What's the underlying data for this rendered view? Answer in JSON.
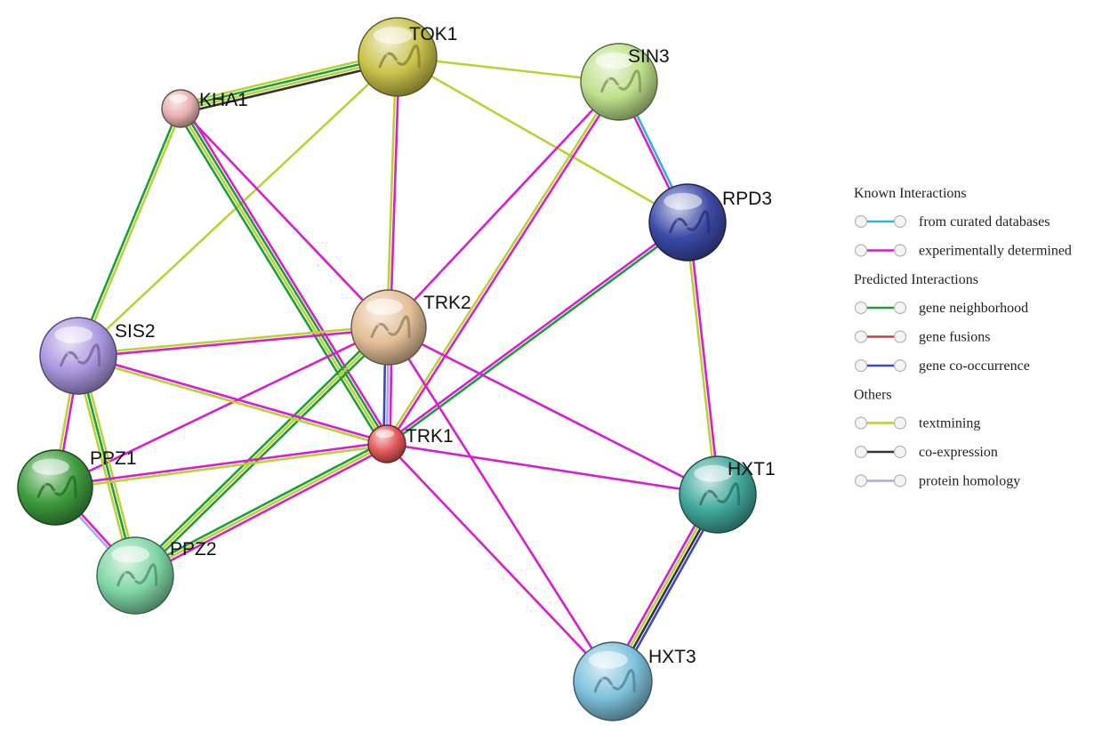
{
  "colors": {
    "curated_databases": "#2bb5d8",
    "experimentally_determined": "#d81ed0",
    "gene_neighborhood": "#1d9e3a",
    "gene_fusions": "#d63b3b",
    "gene_cooccurrence": "#3a46c8",
    "textmining": "#b9d334",
    "coexpression": "#333333",
    "protein_homology": "#a9a9e6"
  },
  "legend": {
    "groups": [
      {
        "heading": "Known Interactions",
        "items": [
          {
            "label": "from curated databases",
            "color_key": "curated_databases"
          },
          {
            "label": "experimentally determined",
            "color_key": "experimentally_determined"
          }
        ]
      },
      {
        "heading": "Predicted Interactions",
        "items": [
          {
            "label": "gene neighborhood",
            "color_key": "gene_neighborhood"
          },
          {
            "label": "gene fusions",
            "color_key": "gene_fusions"
          },
          {
            "label": "gene co-occurrence",
            "color_key": "gene_cooccurrence"
          }
        ]
      },
      {
        "heading": "Others",
        "items": [
          {
            "label": "textmining",
            "color_key": "textmining"
          },
          {
            "label": "co-expression",
            "color_key": "coexpression"
          },
          {
            "label": "protein homology",
            "color_key": "protein_homology"
          }
        ]
      }
    ]
  },
  "nodes": [
    {
      "id": "TOK1",
      "label": "TOK1",
      "color": "#c9c24a"
    },
    {
      "id": "SIN3",
      "label": "SIN3",
      "color": "#bfe08a"
    },
    {
      "id": "KHA1",
      "label": "KHA1",
      "color": "#e8b0b0"
    },
    {
      "id": "RPD3",
      "label": "RPD3",
      "color": "#3c4aa6"
    },
    {
      "id": "TRK2",
      "label": "TRK2",
      "color": "#e3bf96"
    },
    {
      "id": "SIS2",
      "label": "SIS2",
      "color": "#a996e0"
    },
    {
      "id": "TRK1",
      "label": "TRK1",
      "color": "#e25858"
    },
    {
      "id": "PPZ1",
      "label": "PPZ1",
      "color": "#3d9c3d"
    },
    {
      "id": "HXT1",
      "label": "HXT1",
      "color": "#3fa89a"
    },
    {
      "id": "PPZ2",
      "label": "PPZ2",
      "color": "#7fd6a6"
    },
    {
      "id": "HXT3",
      "label": "HXT3",
      "color": "#7ec1dc"
    }
  ],
  "edges": [
    {
      "source": "KHA1",
      "target": "TOK1",
      "types": [
        "textmining",
        "gene_neighborhood",
        "textmining",
        "coexpression"
      ]
    },
    {
      "source": "TOK1",
      "target": "SIN3",
      "types": [
        "textmining"
      ]
    },
    {
      "source": "TOK1",
      "target": "RPD3",
      "types": [
        "textmining"
      ]
    },
    {
      "source": "TOK1",
      "target": "TRK2",
      "types": [
        "experimentally_determined",
        "textmining"
      ]
    },
    {
      "source": "TOK1",
      "target": "SIS2",
      "types": [
        "textmining"
      ]
    },
    {
      "source": "KHA1",
      "target": "SIS2",
      "types": [
        "textmining",
        "gene_neighborhood"
      ]
    },
    {
      "source": "KHA1",
      "target": "TRK2",
      "types": [
        "experimentally_determined"
      ]
    },
    {
      "source": "KHA1",
      "target": "TRK1",
      "types": [
        "experimentally_determined",
        "gene_neighborhood",
        "textmining",
        "gene_neighborhood"
      ]
    },
    {
      "source": "SIN3",
      "target": "RPD3",
      "types": [
        "curated_databases",
        "experimentally_determined"
      ]
    },
    {
      "source": "SIN3",
      "target": "TRK2",
      "types": [
        "experimentally_determined"
      ]
    },
    {
      "source": "SIN3",
      "target": "TRK1",
      "types": [
        "experimentally_determined",
        "textmining"
      ]
    },
    {
      "source": "RPD3",
      "target": "TRK1",
      "types": [
        "gene_neighborhood",
        "experimentally_determined"
      ]
    },
    {
      "source": "RPD3",
      "target": "HXT1",
      "types": [
        "experimentally_determined",
        "textmining"
      ]
    },
    {
      "source": "TRK2",
      "target": "TRK1",
      "types": [
        "experimentally_determined",
        "protein_homology",
        "gene_cooccurrence"
      ]
    },
    {
      "source": "TRK2",
      "target": "SIS2",
      "types": [
        "experimentally_determined",
        "textmining"
      ]
    },
    {
      "source": "TRK2",
      "target": "PPZ1",
      "types": [
        "experimentally_determined"
      ]
    },
    {
      "source": "TRK2",
      "target": "PPZ2",
      "types": [
        "gene_neighborhood",
        "textmining",
        "gene_neighborhood"
      ]
    },
    {
      "source": "TRK2",
      "target": "HXT1",
      "types": [
        "experimentally_determined"
      ]
    },
    {
      "source": "TRK2",
      "target": "HXT3",
      "types": [
        "experimentally_determined"
      ]
    },
    {
      "source": "SIS2",
      "target": "TRK1",
      "types": [
        "experimentally_determined",
        "textmining"
      ]
    },
    {
      "source": "SIS2",
      "target": "PPZ1",
      "types": [
        "experimentally_determined",
        "textmining"
      ]
    },
    {
      "source": "SIS2",
      "target": "PPZ2",
      "types": [
        "textmining",
        "gene_neighborhood",
        "textmining"
      ]
    },
    {
      "source": "PPZ1",
      "target": "TRK1",
      "types": [
        "experimentally_determined",
        "textmining"
      ]
    },
    {
      "source": "PPZ1",
      "target": "PPZ2",
      "types": [
        "experimentally_determined",
        "protein_homology"
      ]
    },
    {
      "source": "PPZ2",
      "target": "TRK1",
      "types": [
        "gene_neighborhood",
        "textmining",
        "experimentally_determined"
      ]
    },
    {
      "source": "TRK1",
      "target": "HXT1",
      "types": [
        "experimentally_determined"
      ]
    },
    {
      "source": "TRK1",
      "target": "HXT3",
      "types": [
        "experimentally_determined"
      ]
    },
    {
      "source": "HXT1",
      "target": "HXT3",
      "types": [
        "gene_cooccurrence",
        "coexpression",
        "textmining",
        "experimentally_determined"
      ]
    }
  ]
}
